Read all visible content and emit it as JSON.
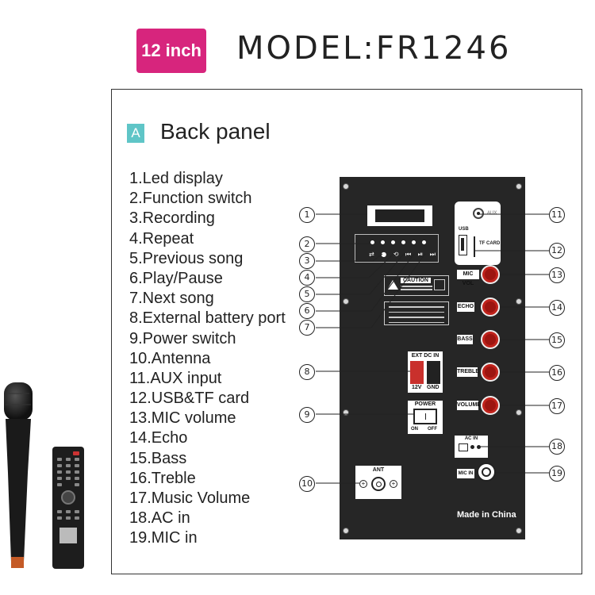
{
  "header": {
    "size_badge": "12 inch",
    "model_title": "MODEL:FR1246"
  },
  "section": {
    "badge": "A",
    "title": "Back panel"
  },
  "legend": [
    "1.Led display",
    "2.Function switch",
    "3.Recording",
    "4.Repeat",
    "5.Previous song",
    "6.Play/Pause",
    "7.Next song",
    "8.External battery port",
    "9.Power switch",
    "10.Antenna",
    "11.AUX input",
    "12.USB&TF card",
    "13.MIC volume",
    "14.Echo",
    "15.Bass",
    "16.Treble",
    "17.Music Volume",
    "18.AC in",
    "19.MIC in"
  ],
  "callouts": [
    "1",
    "2",
    "3",
    "4",
    "5",
    "6",
    "7",
    "8",
    "9",
    "10",
    "11",
    "12",
    "13",
    "14",
    "15",
    "16",
    "17",
    "18",
    "19"
  ],
  "panel": {
    "aux_label": "AUX",
    "usb_label": "USB",
    "tf_label": "TF CARD",
    "caution_title": "CAUTION",
    "ext_dc_title": "EXT DC IN",
    "ext_dc_pos": "12V",
    "ext_dc_neg": "GND",
    "power_title": "POWER",
    "power_on": "ON",
    "power_off": "OFF",
    "knobs": [
      "MIC VOL",
      "ECHO",
      "BASS",
      "TREBLE",
      "VOLUME"
    ],
    "ant_title": "ANT",
    "ac_in_title": "AC IN",
    "mic_in_label": "MIC IN",
    "made_in": "Made in China",
    "control_icons": "⇄ ● ⟲ ⏮ ⏯ ⏭"
  },
  "colors": {
    "badge_pink": "#d7257d",
    "section_teal": "#5fc5c7",
    "panel_black": "#262626",
    "knob_red": "#c0231c"
  }
}
